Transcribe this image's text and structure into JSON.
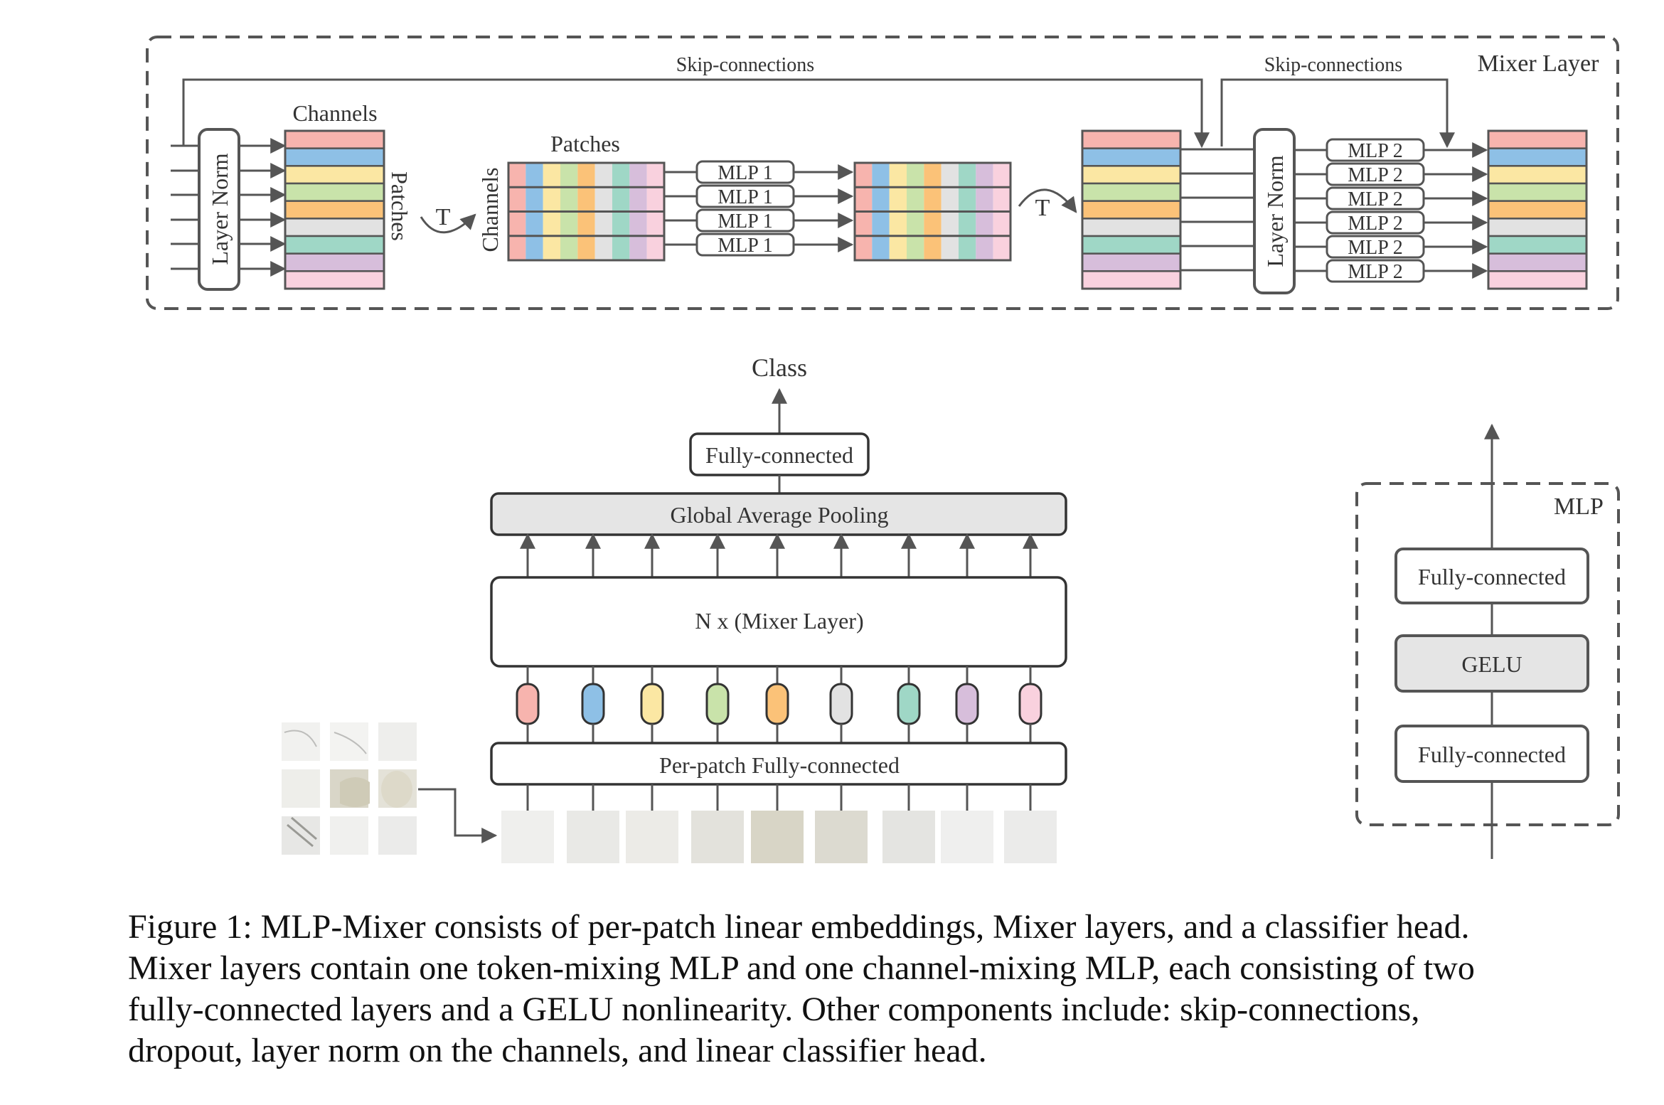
{
  "mixer_layer": {
    "title": "Mixer Layer",
    "skip_label_1": "Skip-connections",
    "skip_label_2": "Skip-connections",
    "layer_norm_label": "Layer Norm",
    "channels_label": "Channels",
    "patches_side_label": "Patches",
    "transpose_label": "T",
    "patches_label": "Patches",
    "channels_side_label": "Channels",
    "mlp1_label": "MLP 1",
    "mlp2_label": "MLP 2"
  },
  "main": {
    "class_label": "Class",
    "fully_connected_label": "Fully-connected",
    "gap_label": "Global Average Pooling",
    "mixer_stack_label": "N x (Mixer Layer)",
    "per_patch_label": "Per-patch Fully-connected"
  },
  "mlp_block": {
    "title": "MLP",
    "fc_top": "Fully-connected",
    "gelu": "GELU",
    "fc_bottom": "Fully-connected"
  },
  "palette": [
    "#f7b4ae",
    "#8ec0e6",
    "#fbe7a3",
    "#c9e3aa",
    "#fbc278",
    "#e2e2e2",
    "#9fd7c6",
    "#d7bedb",
    "#f9d1de"
  ],
  "caption": {
    "line1": "Figure 1: MLP-Mixer consists of per-patch linear embeddings, Mixer layers, and a classifier head.",
    "line2": "Mixer layers contain one token-mixing MLP and one channel-mixing MLP, each consisting of two",
    "line3": "fully-connected layers and a GELU nonlinearity.  Other components include: skip-connections,",
    "line4": "dropout, layer norm on the channels, and linear classifier head."
  }
}
